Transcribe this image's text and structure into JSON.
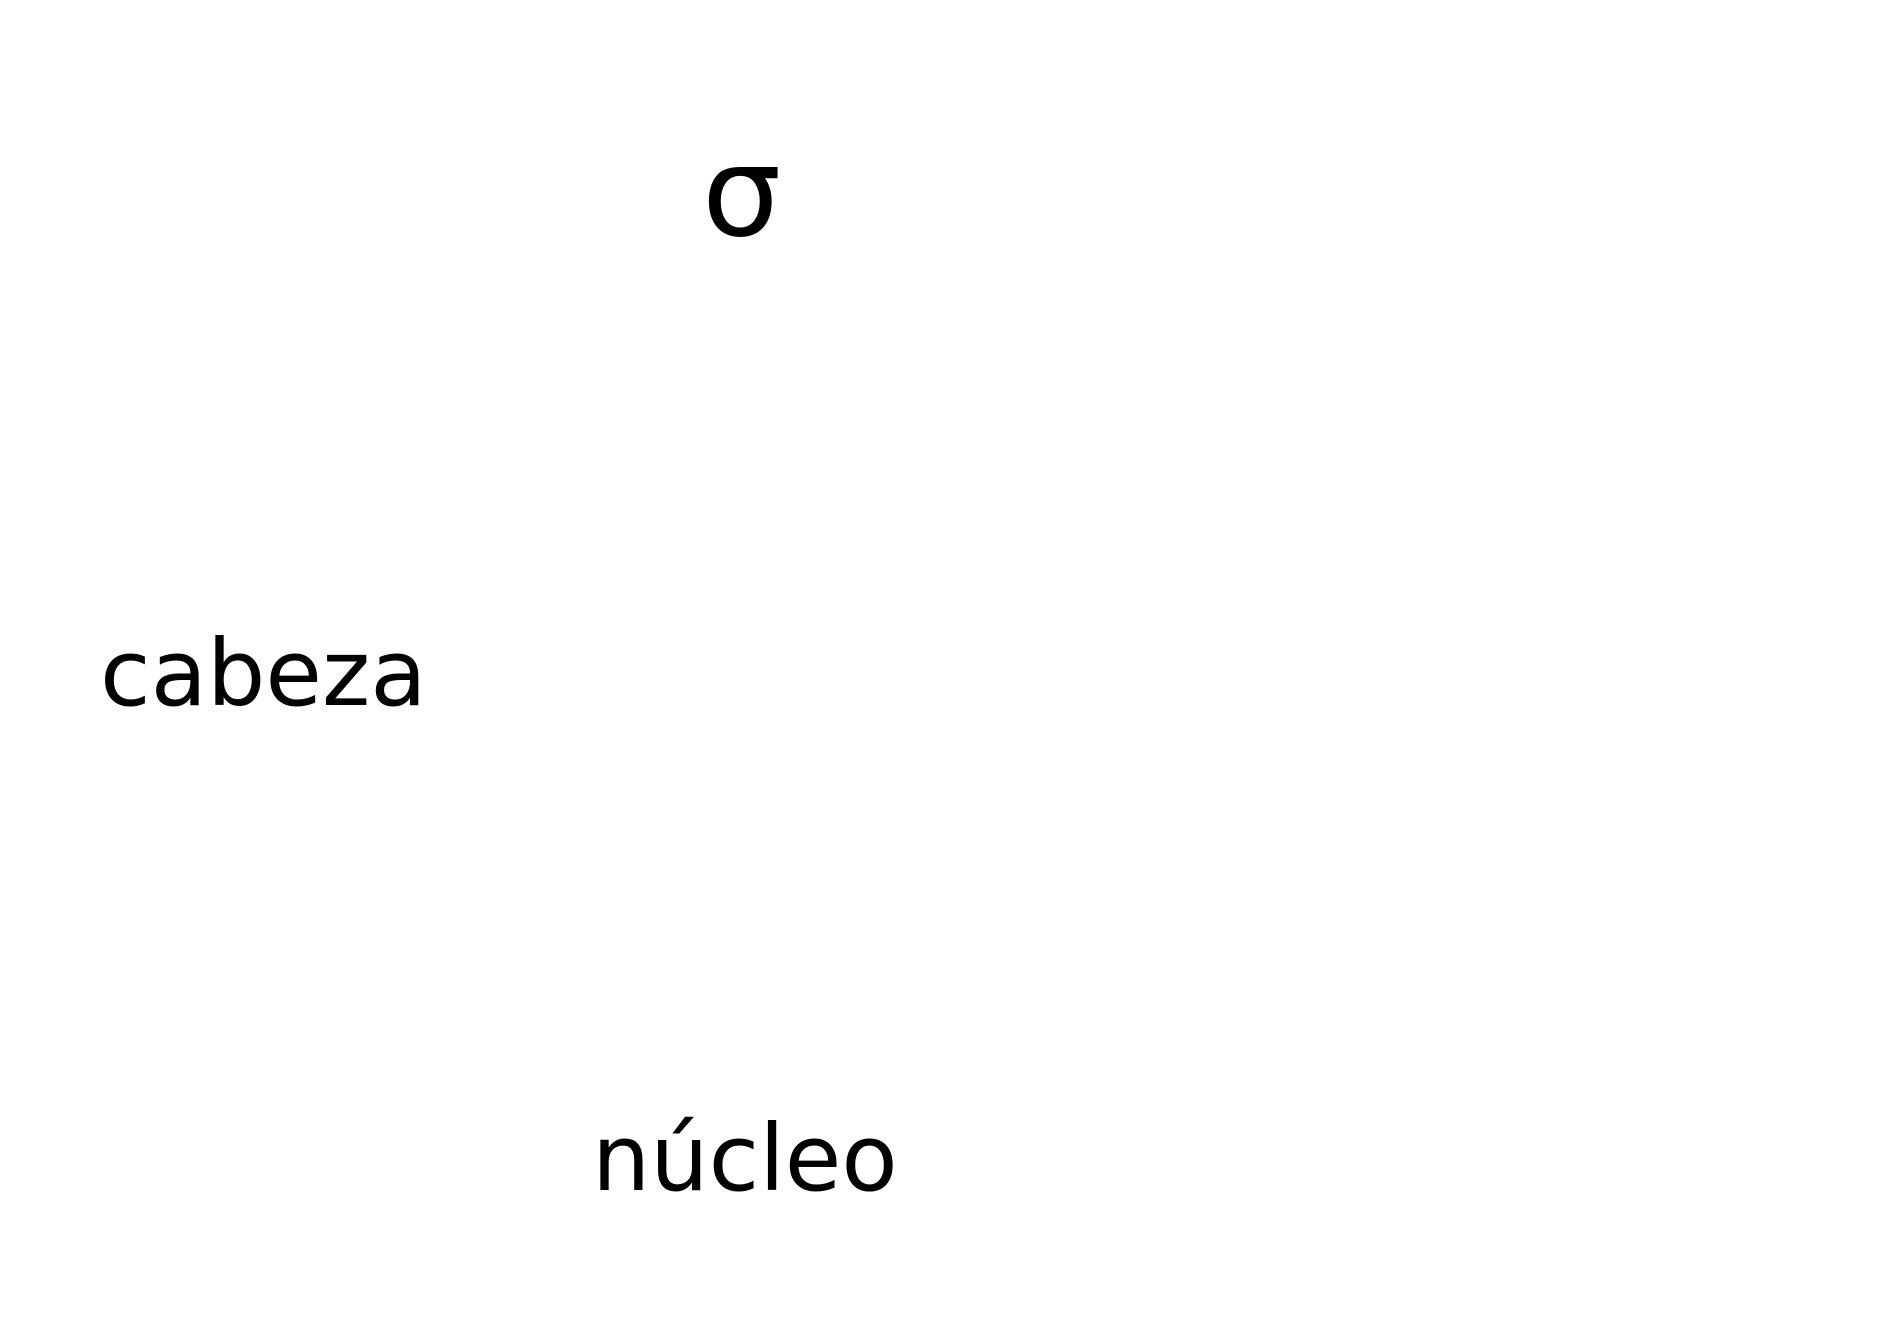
{
  "diagram": {
    "root": {
      "label": "σ"
    },
    "nodes": [
      {
        "id": "head",
        "label": "cabeza"
      },
      {
        "id": "nucleus",
        "label": "núcleo"
      }
    ]
  }
}
